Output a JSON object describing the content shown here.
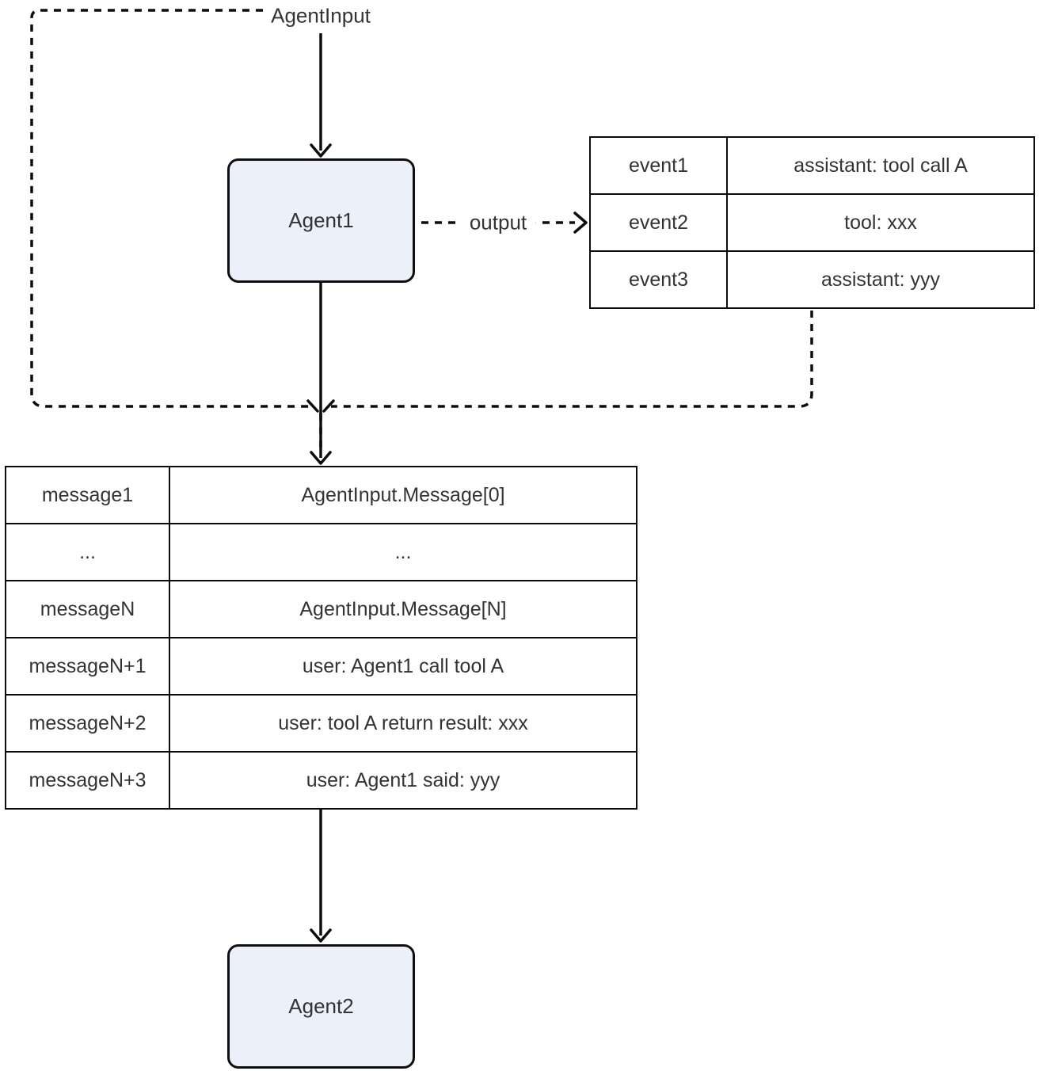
{
  "labels": {
    "agent_input": "AgentInput",
    "output": "output"
  },
  "nodes": {
    "agent1": "Agent1",
    "agent2": "Agent2"
  },
  "event_table": {
    "rows": [
      {
        "key": "event1",
        "value": "assistant: tool call A"
      },
      {
        "key": "event2",
        "value": "tool: xxx"
      },
      {
        "key": "event3",
        "value": "assistant: yyy"
      }
    ]
  },
  "message_table": {
    "rows": [
      {
        "key": "message1",
        "value": "AgentInput.Message[0]"
      },
      {
        "key": "...",
        "value": "..."
      },
      {
        "key": "messageN",
        "value": "AgentInput.Message[N]"
      },
      {
        "key": "messageN+1",
        "value": "user: Agent1 call tool A"
      },
      {
        "key": "messageN+2",
        "value": "user: tool A return result: xxx"
      },
      {
        "key": "messageN+3",
        "value": "user: Agent1 said: yyy"
      }
    ]
  },
  "colors": {
    "node_fill": "#ecf0f8",
    "node_border": "#0f0f0f",
    "line": "#0d0d0d",
    "text": "#333333",
    "background": "#ffffff"
  }
}
